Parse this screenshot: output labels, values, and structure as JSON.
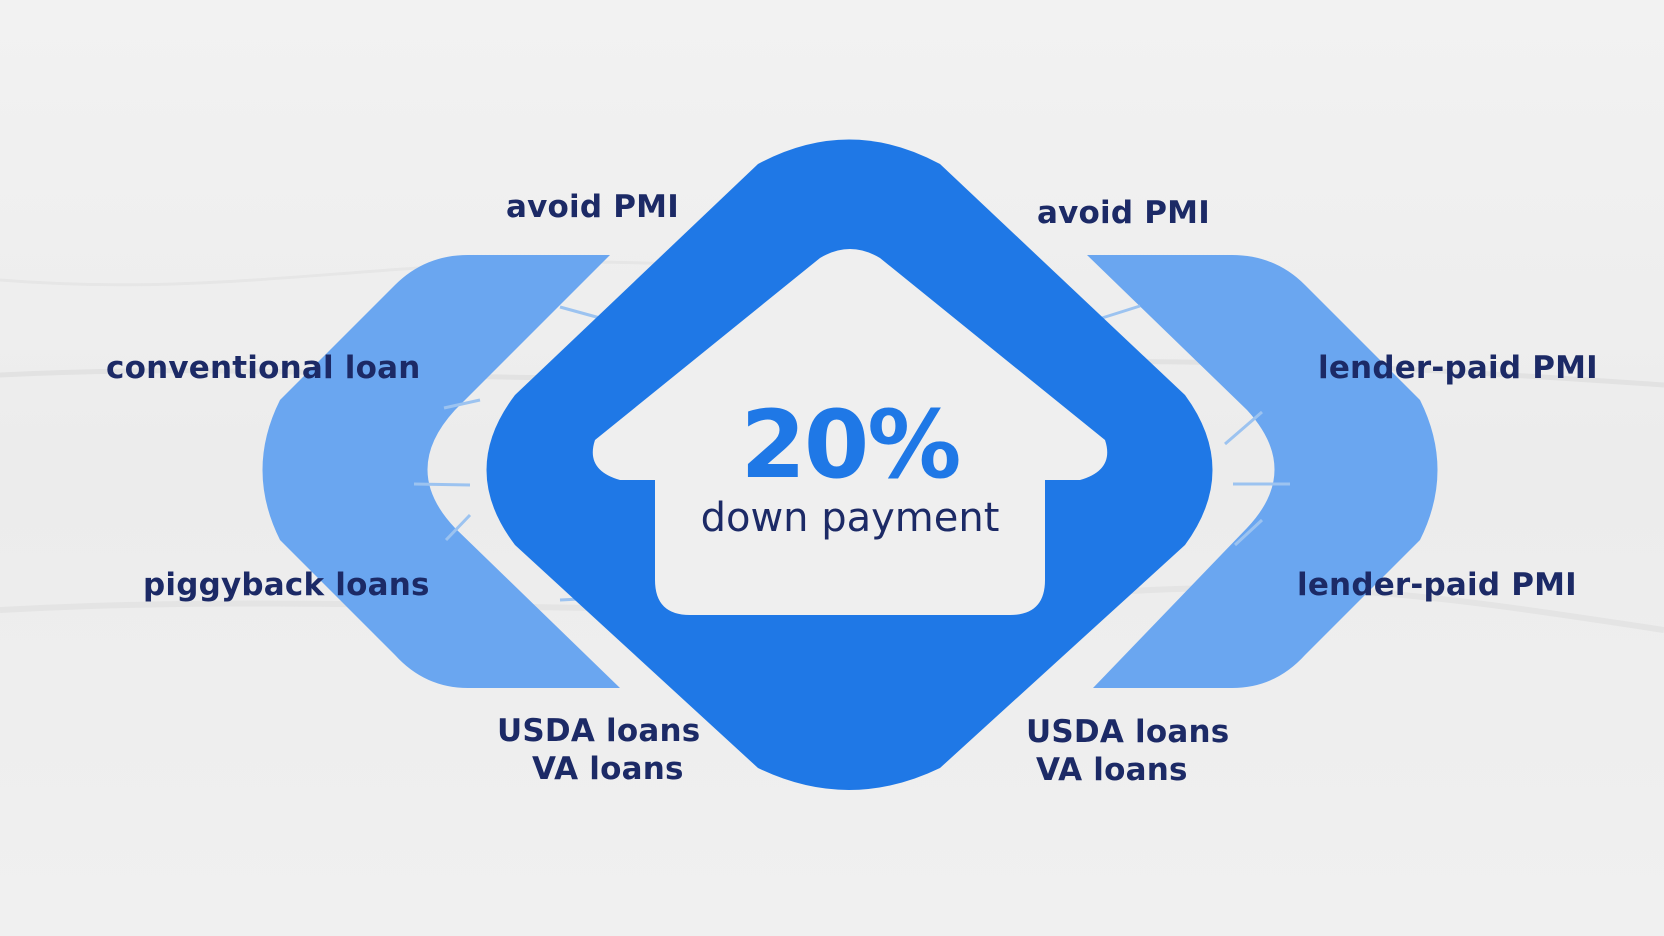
{
  "colors": {
    "background": "#efefef",
    "main_blue": "#1f78e6",
    "light_blue": "#6aa6f0",
    "text_navy": "#1c2a66",
    "house_fill": "#efefef"
  },
  "center": {
    "value": "20%",
    "label": "down payment",
    "icon": "house-icon"
  },
  "left_labels": {
    "top": "avoid PMI",
    "upper": "conventional loan",
    "lower": "piggyback loans",
    "bottom_line1": "USDA loans",
    "bottom_line2": "VA loans"
  },
  "right_labels": {
    "top": "avoid PMI",
    "upper": "lender-paid PMI",
    "lower": "lender-paid PMI",
    "bottom_line1": "USDA loans",
    "bottom_line2": "VA loans"
  }
}
